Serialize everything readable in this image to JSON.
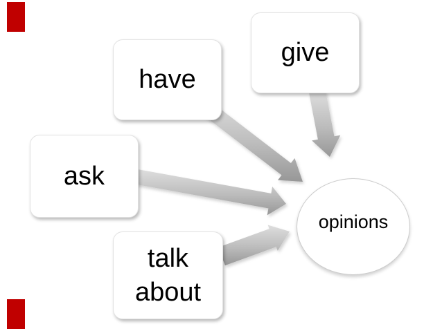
{
  "colors": {
    "accent_bar_red": "#c00000",
    "arrow_gradient_light": "#dedede",
    "arrow_gradient_dark": "#979797",
    "shape_fill": "#ffffff",
    "shape_border": "#e2e2e2",
    "text": "#000000"
  },
  "diagram": {
    "nodes": {
      "give": {
        "label": "give",
        "shape": "rounded-rectangle"
      },
      "have": {
        "label": "have",
        "shape": "rounded-rectangle"
      },
      "ask": {
        "label": "ask",
        "shape": "rounded-rectangle"
      },
      "talk_about": {
        "line1": "talk",
        "line2": "about",
        "shape": "rounded-rectangle"
      },
      "opinions": {
        "label": "opinions",
        "shape": "ellipse"
      }
    },
    "connections": [
      {
        "from": "have",
        "to": "opinions"
      },
      {
        "from": "give",
        "to": "opinions"
      },
      {
        "from": "ask",
        "to": "opinions"
      },
      {
        "from": "talk_about",
        "to": "opinions"
      }
    ]
  }
}
